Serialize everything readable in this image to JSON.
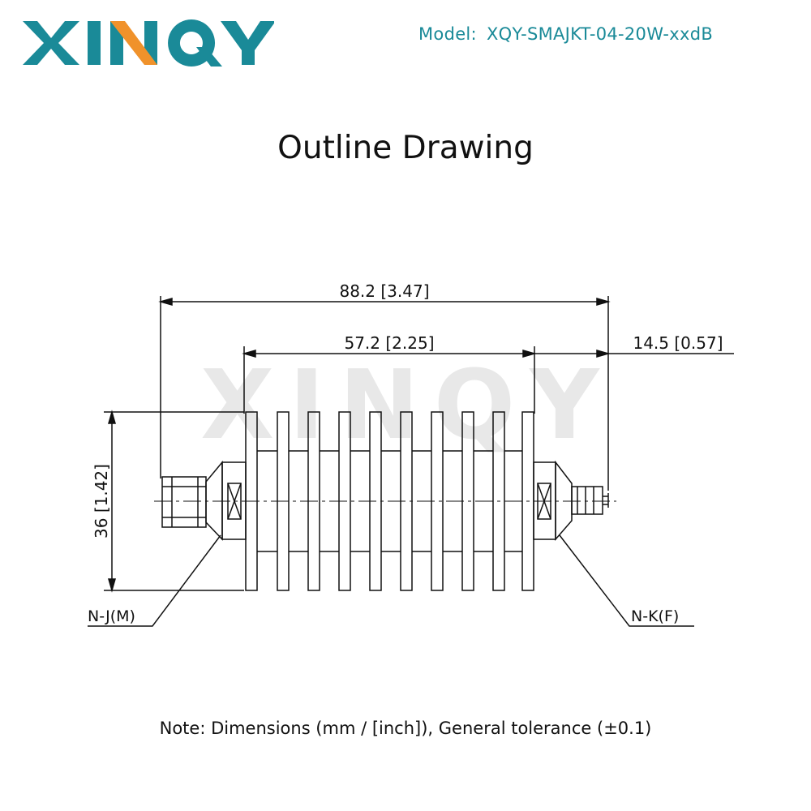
{
  "header": {
    "brand": "XINQY",
    "model_label": "Model:",
    "model_value": "XQY-SMAJKT-04-20W-xxdB"
  },
  "title": "Outline Drawing",
  "watermark": "XINQY",
  "drawing": {
    "dim_overall": "88.2 [3.47]",
    "dim_body": "57.2 [2.25]",
    "dim_connector": "14.5 [0.57]",
    "dim_height": "36 [1.42]",
    "left_connector_label": "N-J(M)",
    "right_connector_label": "N-K(F)"
  },
  "note": "Note: Dimensions (mm / [inch]), General tolerance (±0.1)",
  "colors": {
    "brand_teal": "#1a8a98",
    "brand_orange": "#f0922b",
    "line": "#111111",
    "watermark": "#e6e6e6"
  }
}
